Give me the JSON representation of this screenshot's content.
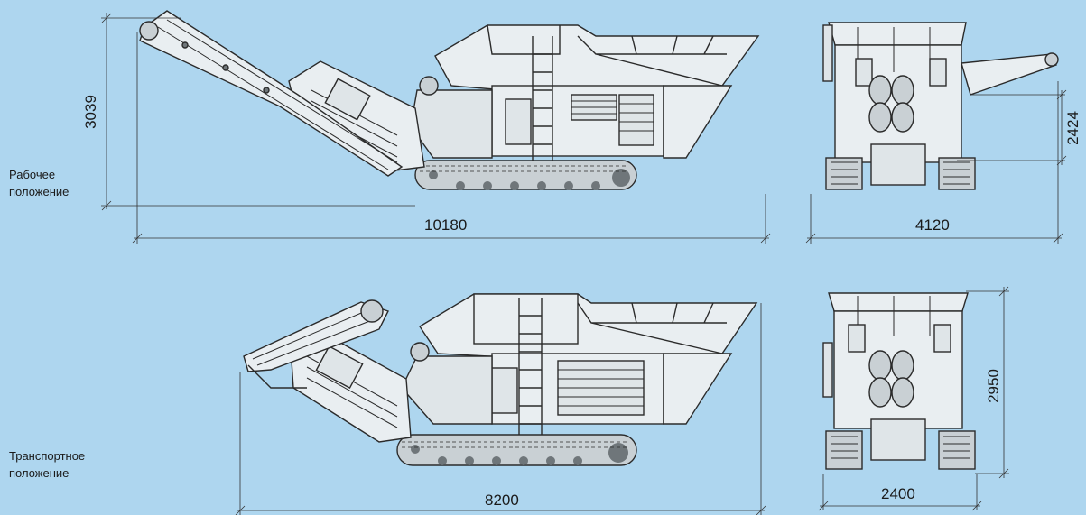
{
  "working": {
    "mode_label_line1": "Рабочее",
    "mode_label_line2": "положение",
    "length": "10180",
    "height": "3039",
    "width": "4120",
    "side_height": "2424"
  },
  "transport": {
    "mode_label_line1": "Транспортное",
    "mode_label_line2": "положение",
    "length": "8200",
    "height": "2950",
    "width": "2400"
  },
  "colors": {
    "background": "#aed6ef",
    "line": "#2b2b2b",
    "fill_light": "#e9eef1",
    "fill_mid": "#c9d0d4",
    "fill_dark": "#6f767a"
  }
}
